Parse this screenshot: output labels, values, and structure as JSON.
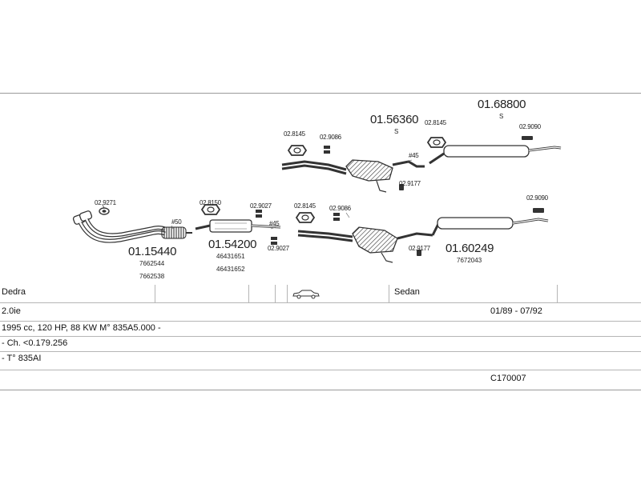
{
  "diagram": {
    "labels": {
      "p1": "01.15440",
      "p1_ref1": "7662544",
      "p1_ref2": "7662538",
      "p2": "01.54200",
      "p2_ref1": "46431651",
      "p2_ref2": "46431652",
      "p3": "01.56360",
      "p3_s": "S",
      "p4": "01.68800",
      "p4_s": "S",
      "p5": "01.60249",
      "p5_ref1": "7672043",
      "c1": "02.9271",
      "c2": "02.8150",
      "c3": "02.9027",
      "c4": "02.9027",
      "c5": "02.8145",
      "c6": "02.9086",
      "c7": "02.8145",
      "c8": "02.9086",
      "c9": "02.8145",
      "c10": "02.9090",
      "c11": "02.9177",
      "c12": "02.9090",
      "c13": "02.9177",
      "d50": "#50",
      "d45a": "#45",
      "d45b": "#45"
    }
  },
  "table": {
    "model": "Dedra",
    "body_type": "Sedan",
    "engine": "2.0ie",
    "years": "01/89 - 07/92",
    "spec": "1995 cc, 120 HP, 88 KW M° 835A5.000 -",
    "chassis": "- Ch. <0.179.256",
    "type": "- T° 835AI",
    "code": "C170007"
  },
  "icons": {
    "car": "sedan-car-icon"
  }
}
